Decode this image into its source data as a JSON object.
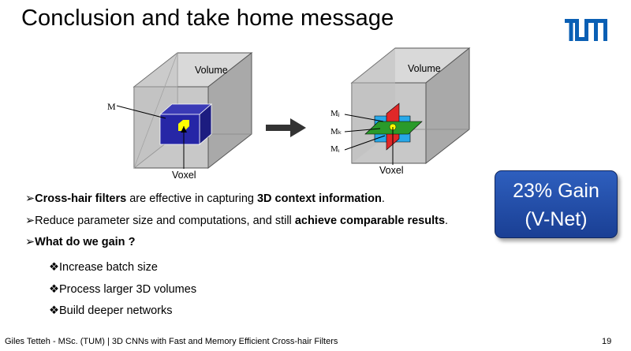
{
  "slide": {
    "title": "Conclusion and take home message",
    "logo_text": "TUM",
    "figure": {
      "left_volume_label": "Volume",
      "right_volume_label": "Volume",
      "left_m_label": "M",
      "left_voxel_label": "Voxel",
      "right_voxel_label": "Voxel",
      "mj_label": "Mⱼ",
      "mk_label": "Mₖ",
      "mi_label": "Mᵢ"
    },
    "bullets": [
      {
        "marker": "➢",
        "bold1": "Cross-hair filters",
        "text1": " are effective in capturing ",
        "bold2": "3D context information",
        "text2": "."
      },
      {
        "marker": "➢",
        "text1": "Reduce parameter size and computations, and still ",
        "bold2": "achieve comparable results",
        "text2": "."
      },
      {
        "marker": "➢",
        "bold1": "What do we gain ?"
      }
    ],
    "sub_bullets": [
      {
        "marker": "❖",
        "text": "Increase batch size"
      },
      {
        "marker": "❖",
        "text": "Process larger 3D volumes"
      },
      {
        "marker": "❖",
        "text": "Build deeper networks"
      }
    ],
    "gain_box": {
      "line1": "23% Gain",
      "line2": "(V-Net)"
    },
    "footer": "Giles Tetteh - MSc. (TUM) | 3D CNNs with Fast and Memory Efficient Cross-hair Filters",
    "page_number": "19",
    "colors": {
      "gain_box": "#2447a6",
      "logo": "#0a5fb4",
      "cube_face": "#c8c8c8",
      "inner_cube": "#2626a6",
      "voxel": "#ffff00",
      "plane_red": "#e02828",
      "plane_green": "#2a9a2a",
      "plane_blue": "#28a8e8"
    }
  }
}
